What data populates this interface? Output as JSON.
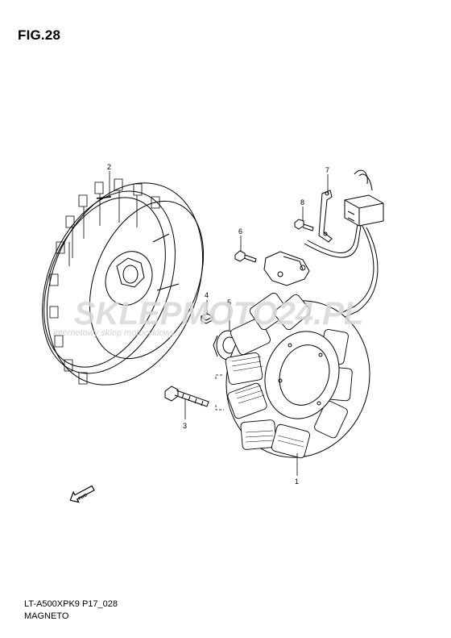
{
  "figure": {
    "title": "FIG.28"
  },
  "parts": [
    {
      "id": "1",
      "label": "1"
    },
    {
      "id": "2",
      "label": "2"
    },
    {
      "id": "3",
      "label": "3"
    },
    {
      "id": "4",
      "label": "4"
    },
    {
      "id": "5",
      "label": "5"
    },
    {
      "id": "6",
      "label": "6"
    },
    {
      "id": "7",
      "label": "7"
    },
    {
      "id": "8",
      "label": "8"
    }
  ],
  "direction_arrow": {
    "label": "FWD"
  },
  "watermark": {
    "brand": "SKLEPMOTO24.PL",
    "tagline": "internetowy sklep motocyklowy"
  },
  "footer": {
    "code": "LT-A500XPK9 P17_028",
    "name": "MAGNETO"
  },
  "colors": {
    "line": "#000000",
    "watermark": "#d8d8d8",
    "watermark_accent": "#f3c8c8"
  }
}
